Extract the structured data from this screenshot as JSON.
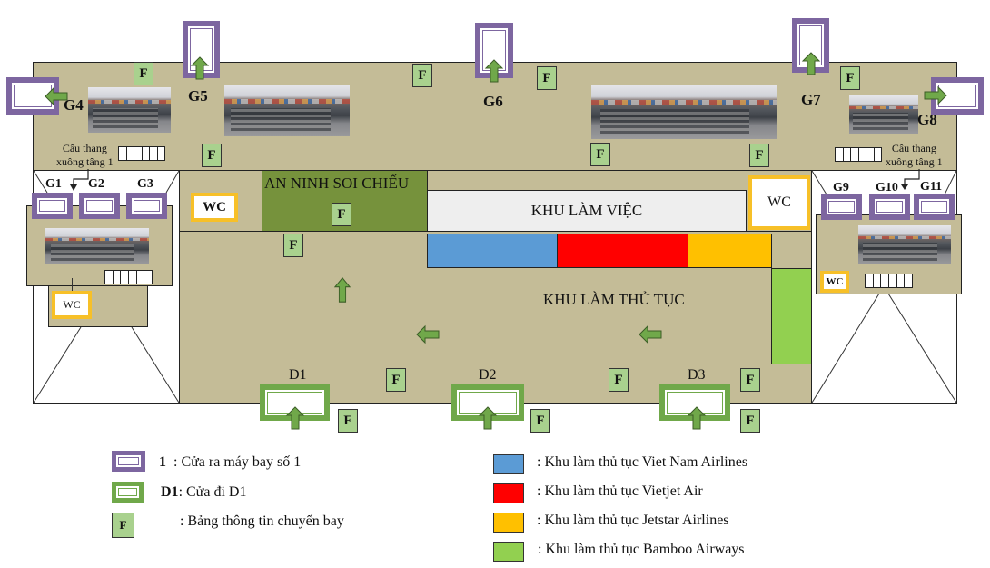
{
  "gates": {
    "G1": "G1",
    "G2": "G2",
    "G3": "G3",
    "G4": "G4",
    "G5": "G5",
    "G6": "G6",
    "G7": "G7",
    "G8": "G8",
    "G9": "G9",
    "G10": "G10",
    "G11": "G11"
  },
  "doors": {
    "D1": "D1",
    "D2": "D2",
    "D3": "D3"
  },
  "flight_board_label": "F",
  "areas": {
    "security": "AN NINH SOI CHIẾU",
    "work_area": "KHU LÀM VIỆC",
    "checkin_area": "KHU LÀM THỦ TỤC",
    "wc": "WC",
    "stairs_line1": "Câu thang",
    "stairs_line2": "xuông tâng 1"
  },
  "checkin_counters": [
    {
      "airline": "Viet Nam Airlines",
      "color": "#5b9bd5"
    },
    {
      "airline": "Vietjet Air",
      "color": "#ff0000"
    },
    {
      "airline": "Jetstar Airlines",
      "color": "#ffc000"
    },
    {
      "airline": "Bamboo Airways",
      "color": "#92d050"
    }
  ],
  "colors": {
    "floor": "#c4bc97",
    "gate_border": "#7d66a0",
    "door_border": "#70a84a",
    "security": "#76923c",
    "work_area": "#eeeeee",
    "wc_border": "#f7c028",
    "flight_board": "#a9d18e"
  },
  "legend": {
    "gate_num": "1",
    "gate_text": ": Cửa ra máy bay số 1",
    "door_num": "D1",
    "door_text": ": Cửa đi D1",
    "board_text": ": Bảng thông tin chuyến bay",
    "vna_text": ": Khu làm thủ tục Viet Nam Airlines",
    "vj_text": ": Khu làm thủ tục Vietjet Air",
    "js_text": ": Khu làm thủ tục Jetstar Airlines",
    "bb_text": ": Khu làm thủ tục Bamboo Airways"
  }
}
